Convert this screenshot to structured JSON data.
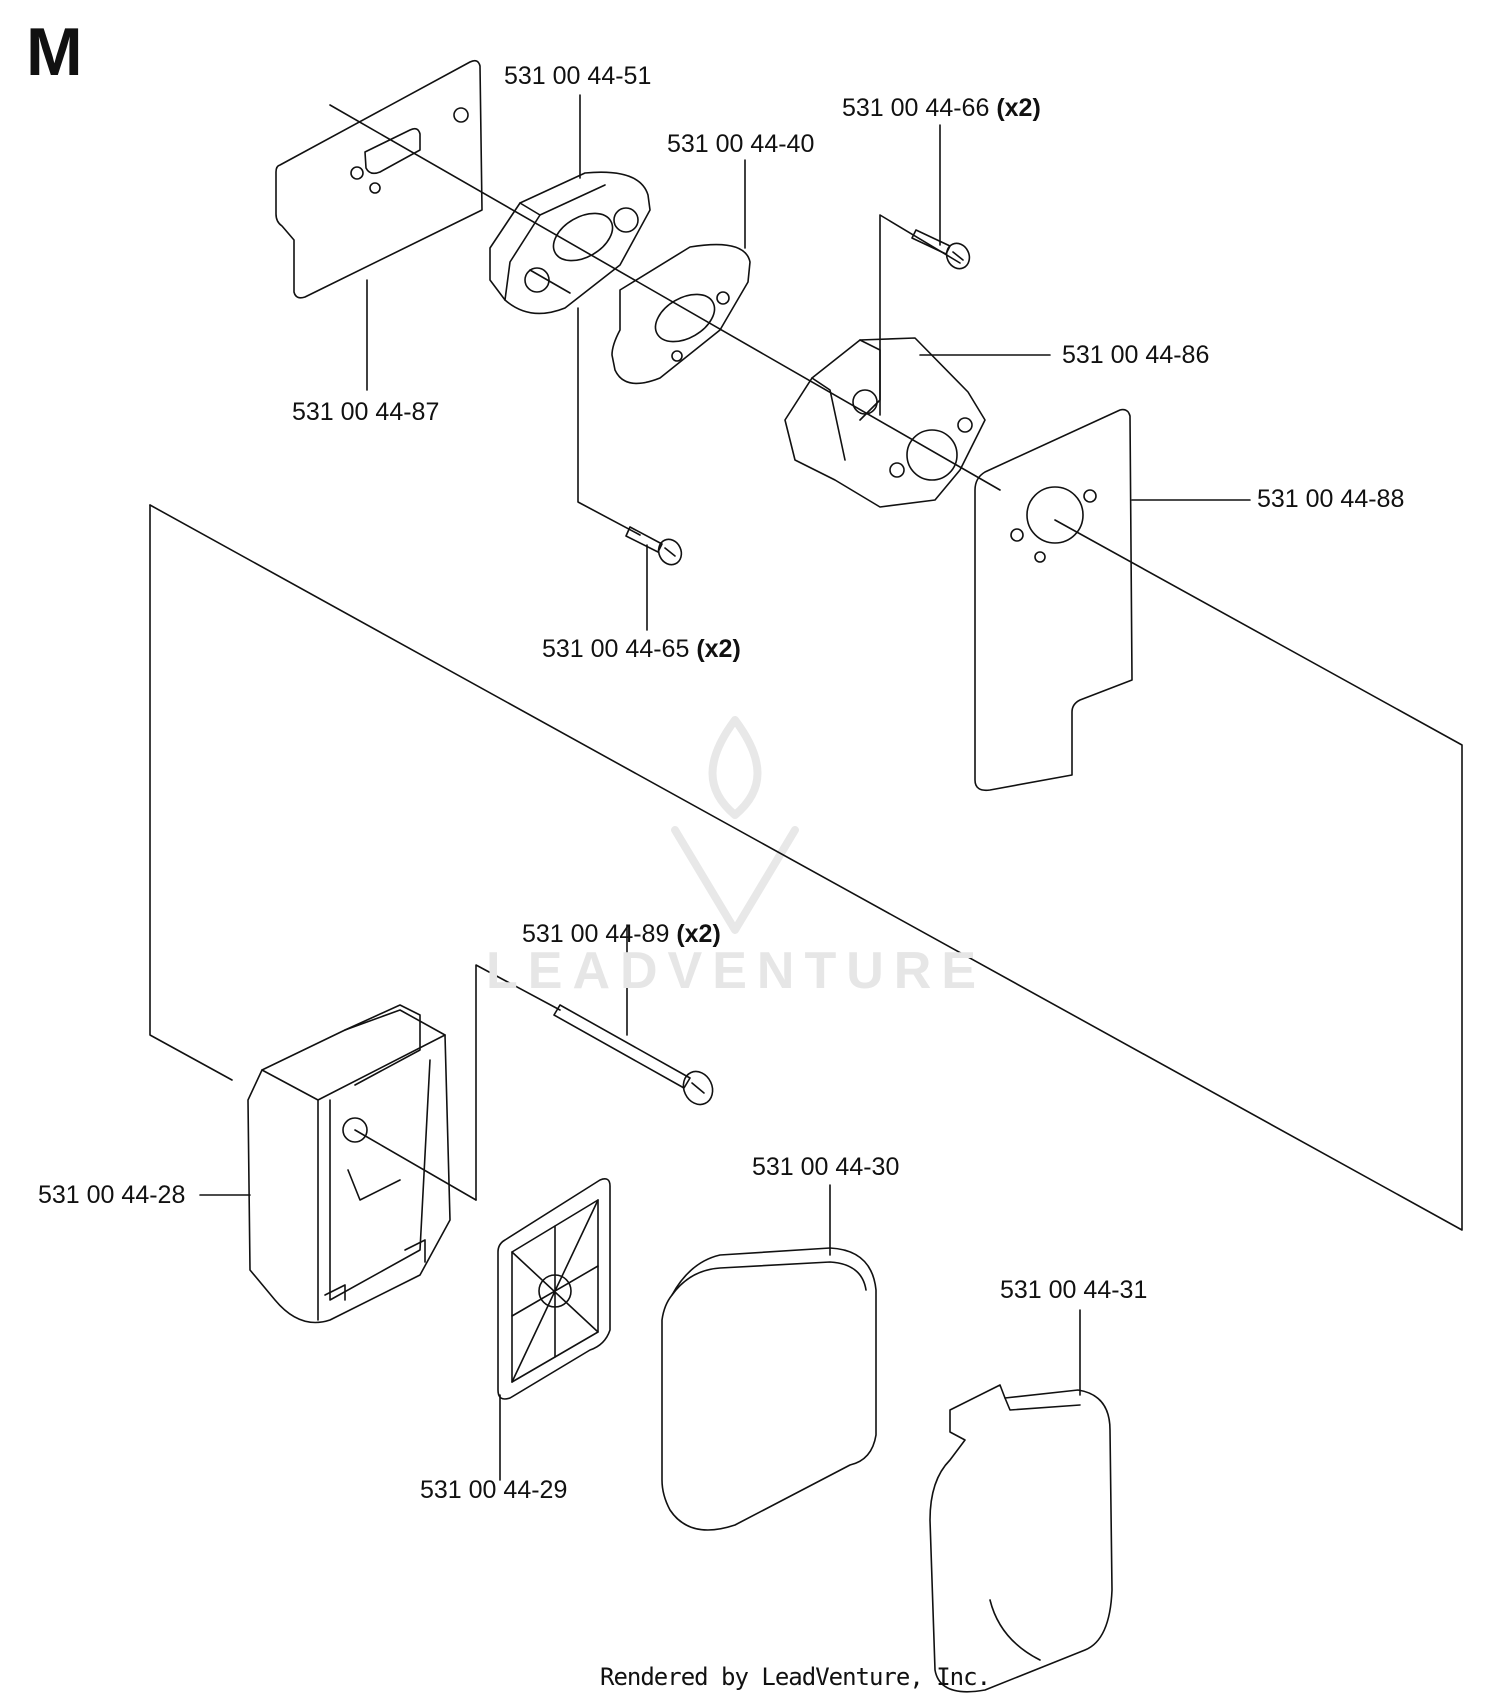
{
  "section_letter": "M",
  "footer": "Rendered by LeadVenture, Inc.",
  "watermark": "LEADVENTURE",
  "parts": [
    {
      "id": "p51",
      "number": "531 00 44-51",
      "qty": ""
    },
    {
      "id": "p66",
      "number": "531 00 44-66",
      "qty": "(x2)"
    },
    {
      "id": "p40",
      "number": "531 00 44-40",
      "qty": ""
    },
    {
      "id": "p86",
      "number": "531 00 44-86",
      "qty": ""
    },
    {
      "id": "p87",
      "number": "531 00 44-87",
      "qty": ""
    },
    {
      "id": "p88",
      "number": "531 00 44-88",
      "qty": ""
    },
    {
      "id": "p65",
      "number": "531 00 44-65",
      "qty": "(x2)"
    },
    {
      "id": "p89",
      "number": "531 00 44-89",
      "qty": "(x2)"
    },
    {
      "id": "p30",
      "number": "531 00 44-30",
      "qty": ""
    },
    {
      "id": "p28",
      "number": "531 00 44-28",
      "qty": ""
    },
    {
      "id": "p31",
      "number": "531 00 44-31",
      "qty": ""
    },
    {
      "id": "p29",
      "number": "531 00 44-29",
      "qty": ""
    }
  ]
}
